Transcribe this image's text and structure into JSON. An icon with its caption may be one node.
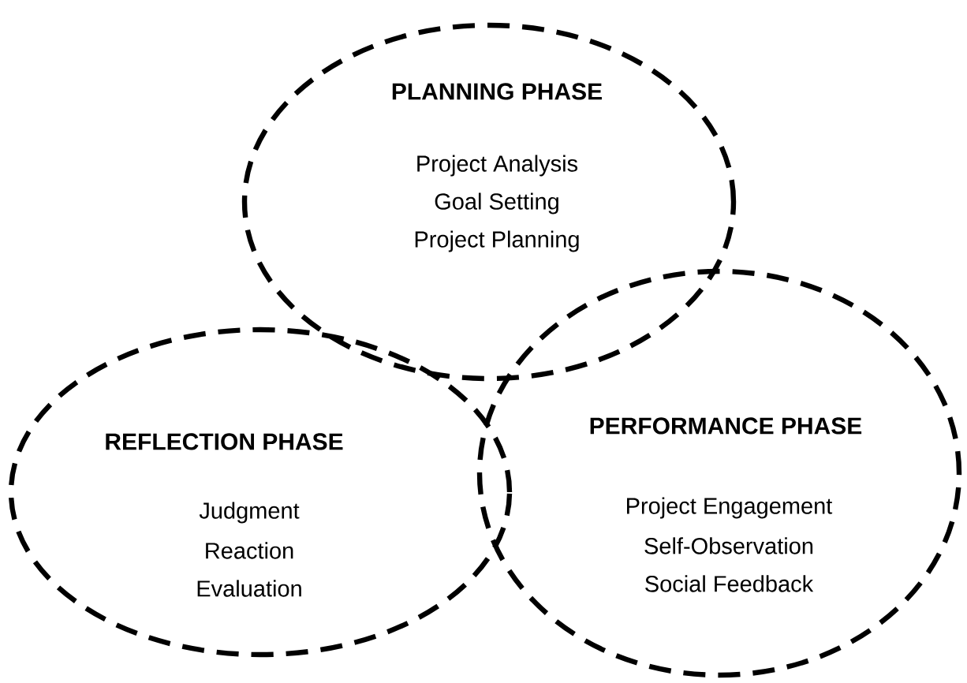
{
  "diagram": {
    "nodes": [
      {
        "text": [
          "PLANNING PHASE",
          "Project Analysis",
          "Goal Setting",
          "Project Planning"
        ]
      },
      {
        "text": [
          "REFLECTION PHASE",
          "Judgment",
          "Reaction",
          "Evaluation"
        ]
      },
      {
        "text": [
          "PERFORMANCE PHASE",
          "Project Engagement",
          "Self-Observation",
          "Social Feedback"
        ]
      }
    ]
  }
}
